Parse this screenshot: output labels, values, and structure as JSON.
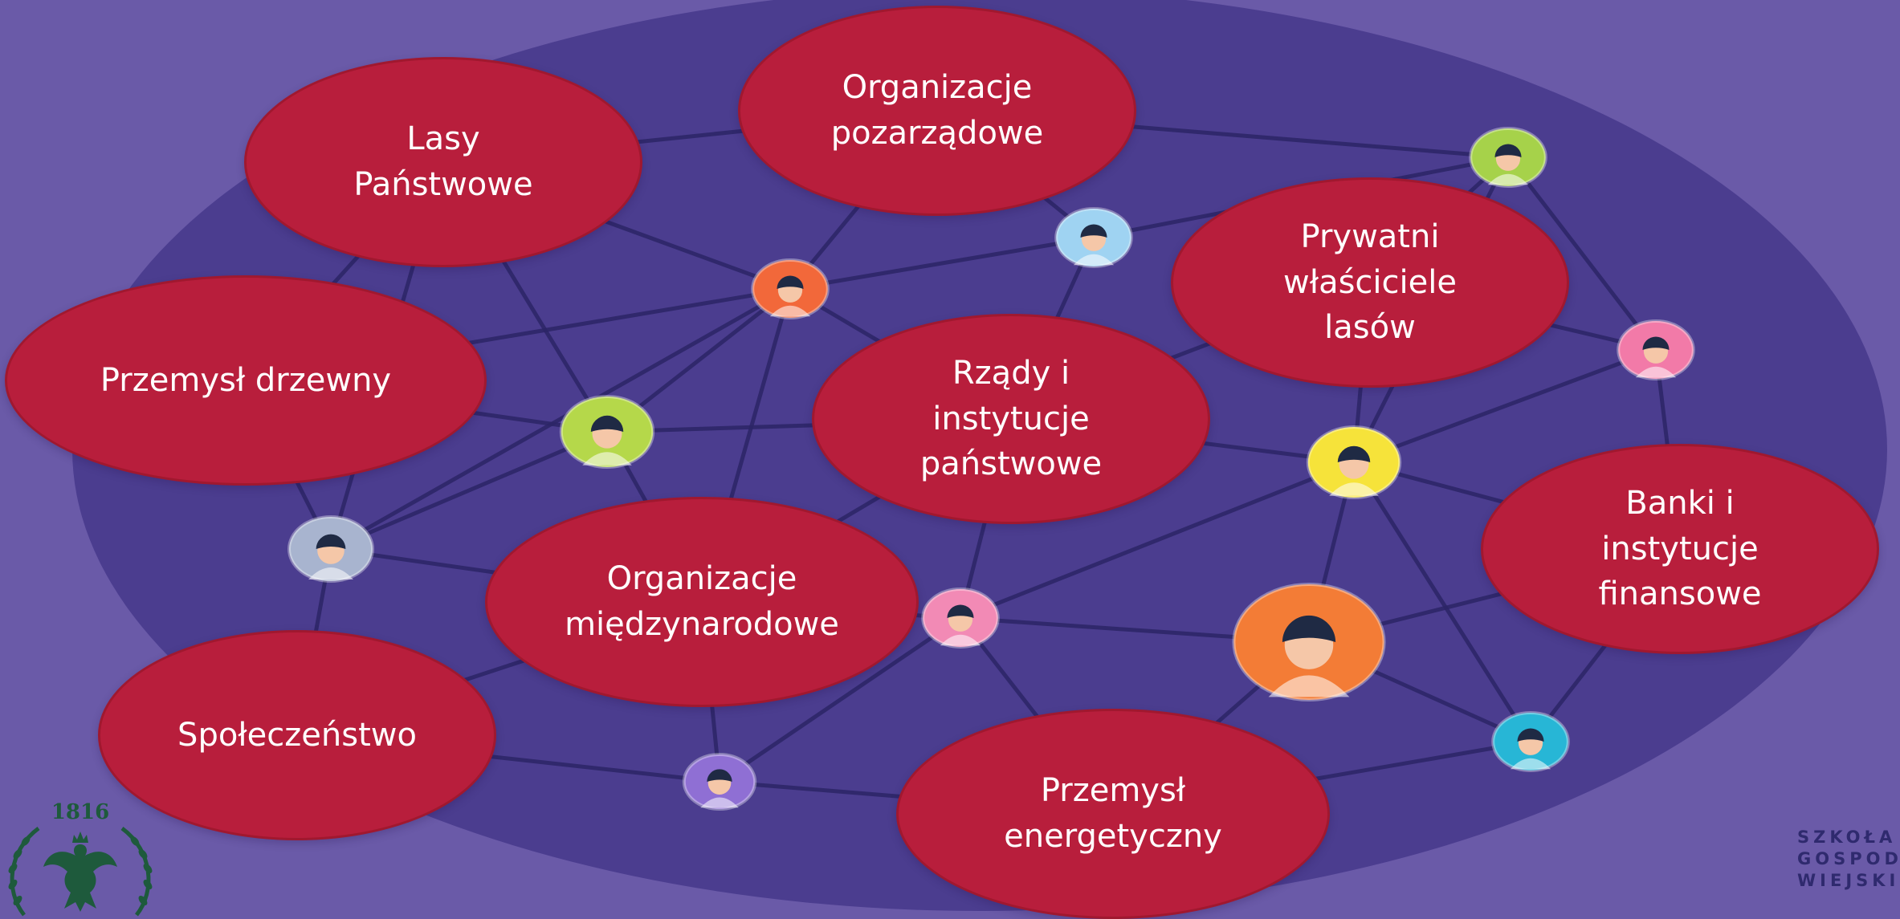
{
  "colors": {
    "background": "#6a5aa8",
    "disc": "#4b3d8f",
    "network_line": "#2b2466",
    "bubble_fill": "#b81e3c",
    "bubble_text": "#ffffff",
    "brand_text": "#2f2a6e",
    "logo": "#1e5a3c"
  },
  "stakeholders": [
    {
      "id": "lasy-panstwowe",
      "label": "Lasy\nPaństwowe"
    },
    {
      "id": "organizacje-pozarzadowe",
      "label": "Organizacje\npozarządowe"
    },
    {
      "id": "prywatni-wlasciciele",
      "label": "Prywatni\nwłaściciele\nlasów"
    },
    {
      "id": "przemysl-drzewny",
      "label": "Przemysł drzewny"
    },
    {
      "id": "rzady-instytucje",
      "label": "Rządy i\ninstytucje\npaństwowe"
    },
    {
      "id": "banki-instytucje",
      "label": "Banki i\ninstytucje\nfinansowe"
    },
    {
      "id": "organizacje-miedzynarodowe",
      "label": "Organizacje\nmiędzynarodowe"
    },
    {
      "id": "spoleczenstwo",
      "label": "Społeczeństwo"
    },
    {
      "id": "przemysl-energetyczny",
      "label": "Przemysł\nenergetyczny"
    }
  ],
  "people": [
    {
      "id": "green-top-right",
      "face": "#a6d24a"
    },
    {
      "id": "blue-top",
      "face": "#9fd3f2"
    },
    {
      "id": "orange-top",
      "face": "#f2683a"
    },
    {
      "id": "pink-right",
      "face": "#f27aa8"
    },
    {
      "id": "green-left",
      "face": "#b5d84a"
    },
    {
      "id": "yellow-center",
      "face": "#f6e33a"
    },
    {
      "id": "grey-left",
      "face": "#a8b4cf"
    },
    {
      "id": "pink-center",
      "face": "#f28ab5"
    },
    {
      "id": "orange-big",
      "face": "#f37c36"
    },
    {
      "id": "teal-bottom-right",
      "face": "#27b6d6"
    },
    {
      "id": "purple-bottom",
      "face": "#8f6fd4"
    }
  ],
  "logo": {
    "year": "1816"
  },
  "brand": {
    "line1": "SZKOŁA GŁÓWNA",
    "line2": "GOSPODARSTWA",
    "line3": "WIEJSKIEGO"
  }
}
